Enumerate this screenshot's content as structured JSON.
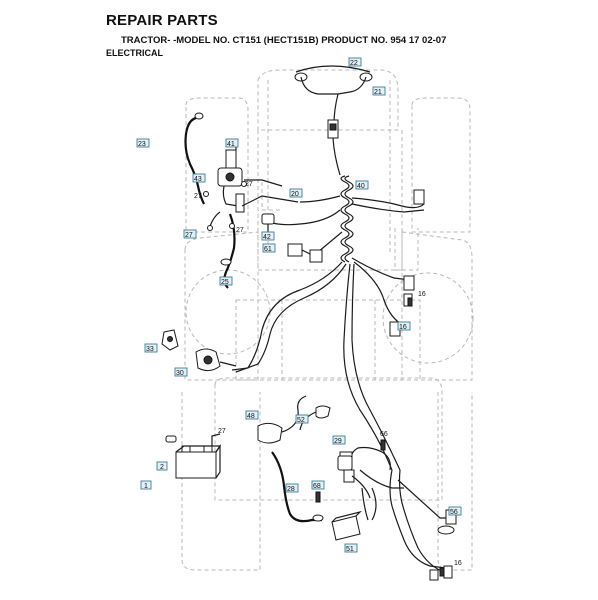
{
  "header": {
    "title": "REPAIR PARTS",
    "subtitle": "TRACTOR- -MODEL NO. CT151 (HECT151B) PRODUCT NO. 954 17 02-07",
    "section": "ELECTRICAL"
  },
  "callouts": {
    "c1": "1",
    "c2": "2",
    "c16a": "16",
    "c16b": "16",
    "c16c": "16",
    "c20": "20",
    "c21": "21",
    "c22": "22",
    "c23": "23",
    "c25": "25",
    "c27a": "27",
    "c27b": "27",
    "c27c": "27",
    "c27d": "27",
    "c27e": "27",
    "c28": "28",
    "c29": "29",
    "c30": "30",
    "c33": "33",
    "c40": "40",
    "c41": "41",
    "c42": "42",
    "c43": "43",
    "c48": "48",
    "c51": "51",
    "c52": "52",
    "c56": "56",
    "c61": "61",
    "c66": "66",
    "c68": "68"
  }
}
